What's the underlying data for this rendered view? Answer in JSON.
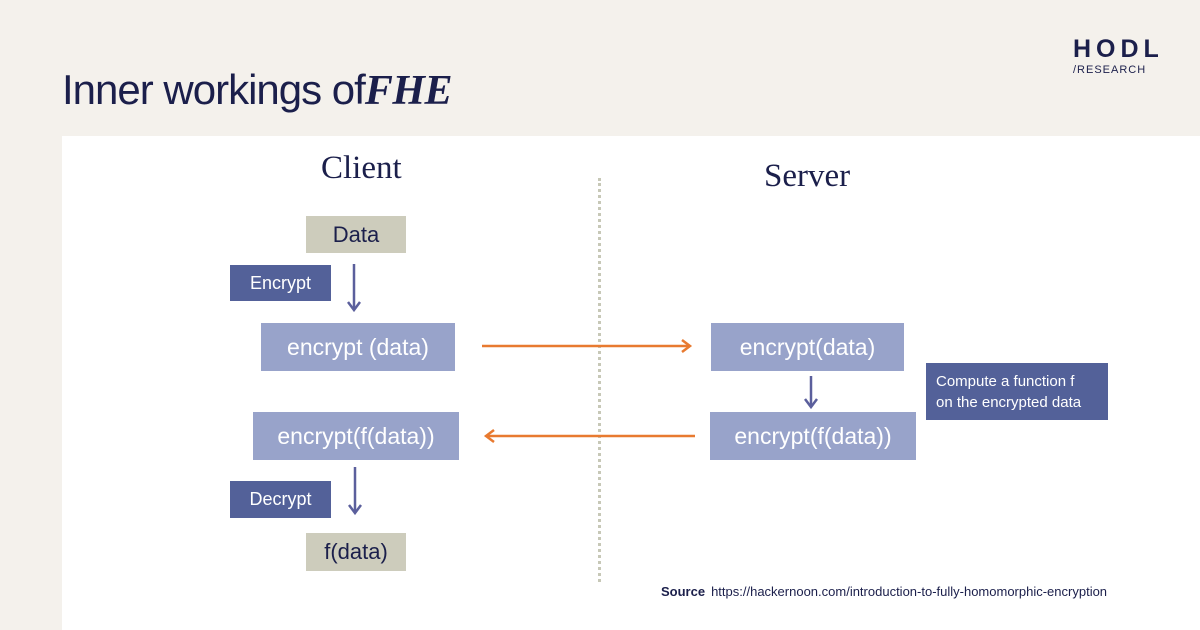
{
  "header": {
    "title_prefix": "Inner workings of",
    "title_emphasis": "FHE",
    "logo_main": "HODL",
    "logo_sub": "/RESEARCH"
  },
  "diagram": {
    "client_heading": "Client",
    "server_heading": "Server",
    "client": {
      "data": "Data",
      "encrypt_action": "Encrypt",
      "encrypted_data": "encrypt (data)",
      "encrypted_result": "encrypt(f(data))",
      "decrypt_action": "Decrypt",
      "result": "f(data)"
    },
    "server": {
      "encrypted_data": "encrypt(data)",
      "compute_note_line1": "Compute a function f",
      "compute_note_line2": "on the encrypted data",
      "encrypted_result": "encrypt(f(data))"
    }
  },
  "colors": {
    "background": "#f4f1ec",
    "navy": "#1b1f4b",
    "tan_box": "#cdccbc",
    "light_blue_box": "#98a3ca",
    "dark_blue_box": "#536199",
    "orange_arrow": "#e87a30",
    "purple_arrow": "#5b5f9c"
  },
  "footer": {
    "source_label": "Source",
    "source_url": "https://hackernoon.com/introduction-to-fully-homomorphic-encryption"
  }
}
